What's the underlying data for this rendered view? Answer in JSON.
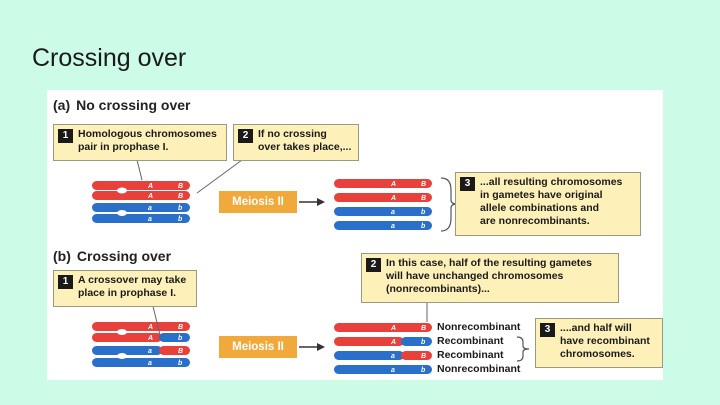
{
  "slide": {
    "title": "Crossing over"
  },
  "panel_a": {
    "letter": "(a)",
    "heading": "No crossing over",
    "note1": {
      "num": "1",
      "text": "Homologous chromosomes\npair in prophase I."
    },
    "note2": {
      "num": "2",
      "text": "If no crossing\nover takes place,..."
    },
    "note3": {
      "num": "3",
      "text": "...all resulting chromosomes\nin gametes have original\nallele combinations and\nare nonrecombinants."
    },
    "meiosis_label": "Meiosis II"
  },
  "panel_b": {
    "letter": "(b)",
    "heading": "Crossing over",
    "note1": {
      "num": "1",
      "text": "A crossover may take\nplace in prophase I."
    },
    "note2": {
      "num": "2",
      "text": "In this case, half of the resulting gametes\nwill have unchanged chromosomes\n(nonrecombinants)..."
    },
    "note3": {
      "num": "3",
      "text": "....and half will\nhave recombinant\nchromosomes."
    },
    "meiosis_label": "Meiosis II",
    "outcomes": [
      "Nonrecombinant",
      "Recombinant",
      "Recombinant",
      "Nonrecombinant"
    ]
  },
  "alleles": {
    "A": "A",
    "a": "a",
    "B": "B",
    "b": "b"
  },
  "colors": {
    "red": "#e8413c",
    "blue": "#2a6fc9",
    "orange": "#f2a93b",
    "note_bg": "#fdf0b8"
  }
}
